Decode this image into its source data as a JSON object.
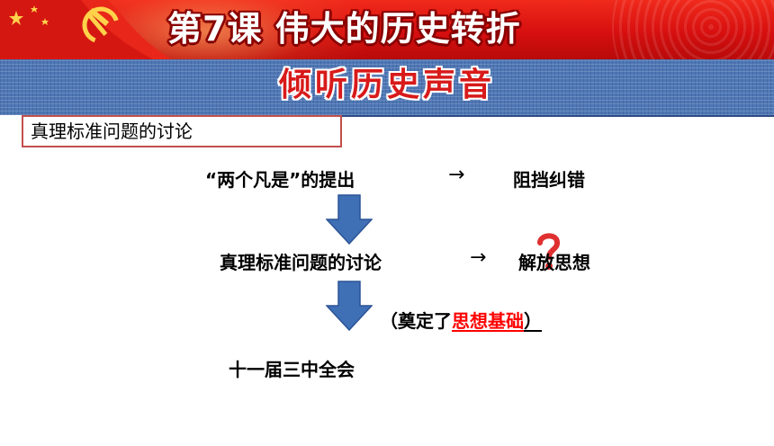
{
  "header": {
    "title": "第7课  伟大的历史转折",
    "subtitle": "倾听历史声音"
  },
  "label_box": {
    "text": "真理标准问题的讨论"
  },
  "flow": {
    "row1": {
      "left": "“两个凡是”的提出",
      "arrow": "→",
      "right": "阻挡纠错"
    },
    "row2": {
      "left": "真理标准问题的讨论",
      "arrow": "→",
      "right": "解放思想"
    },
    "note": {
      "open": "（奠定了",
      "highlight": "思想基础",
      "close": "）"
    },
    "row3": {
      "text": "十一届三中全会"
    }
  },
  "colors": {
    "banner_red": "#d70f0f",
    "strip_blue": "#4f77b5",
    "subtitle_red": "#d81a1a",
    "arrow_blue": "#3f6fb5",
    "label_border": "#c0504d",
    "highlight": "#ff0000"
  },
  "icons": [
    "party-emblem-icon",
    "down-arrow-icon",
    "question-mark-icon"
  ]
}
